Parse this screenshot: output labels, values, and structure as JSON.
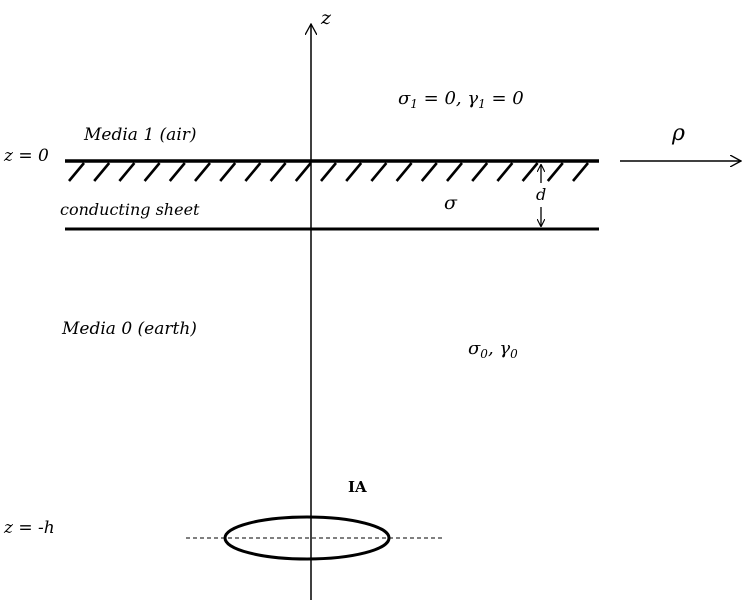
{
  "labels": {
    "z_axis": "z",
    "rho_axis": "ρ",
    "z0": "z = 0",
    "zh": "z = -h",
    "media1": "Media 1 (air)",
    "media0": "Media 0 (earth)",
    "sheet": "conducting sheet",
    "sigma": "σ",
    "d": "d",
    "loop": "IA"
  },
  "media1_params": {
    "sigma_sym": "σ",
    "sigma_sub": "1",
    "sigma_val": " = 0, ",
    "gamma_sym": "γ",
    "gamma_sub": "1",
    "gamma_val": " = 0"
  },
  "media0_params": {
    "sigma_sym": "σ",
    "sigma_sub": "0",
    "sep": ", ",
    "gamma_sym": "γ",
    "gamma_sub": "0"
  },
  "colors": {
    "ink": "#000000",
    "background": "#ffffff"
  }
}
